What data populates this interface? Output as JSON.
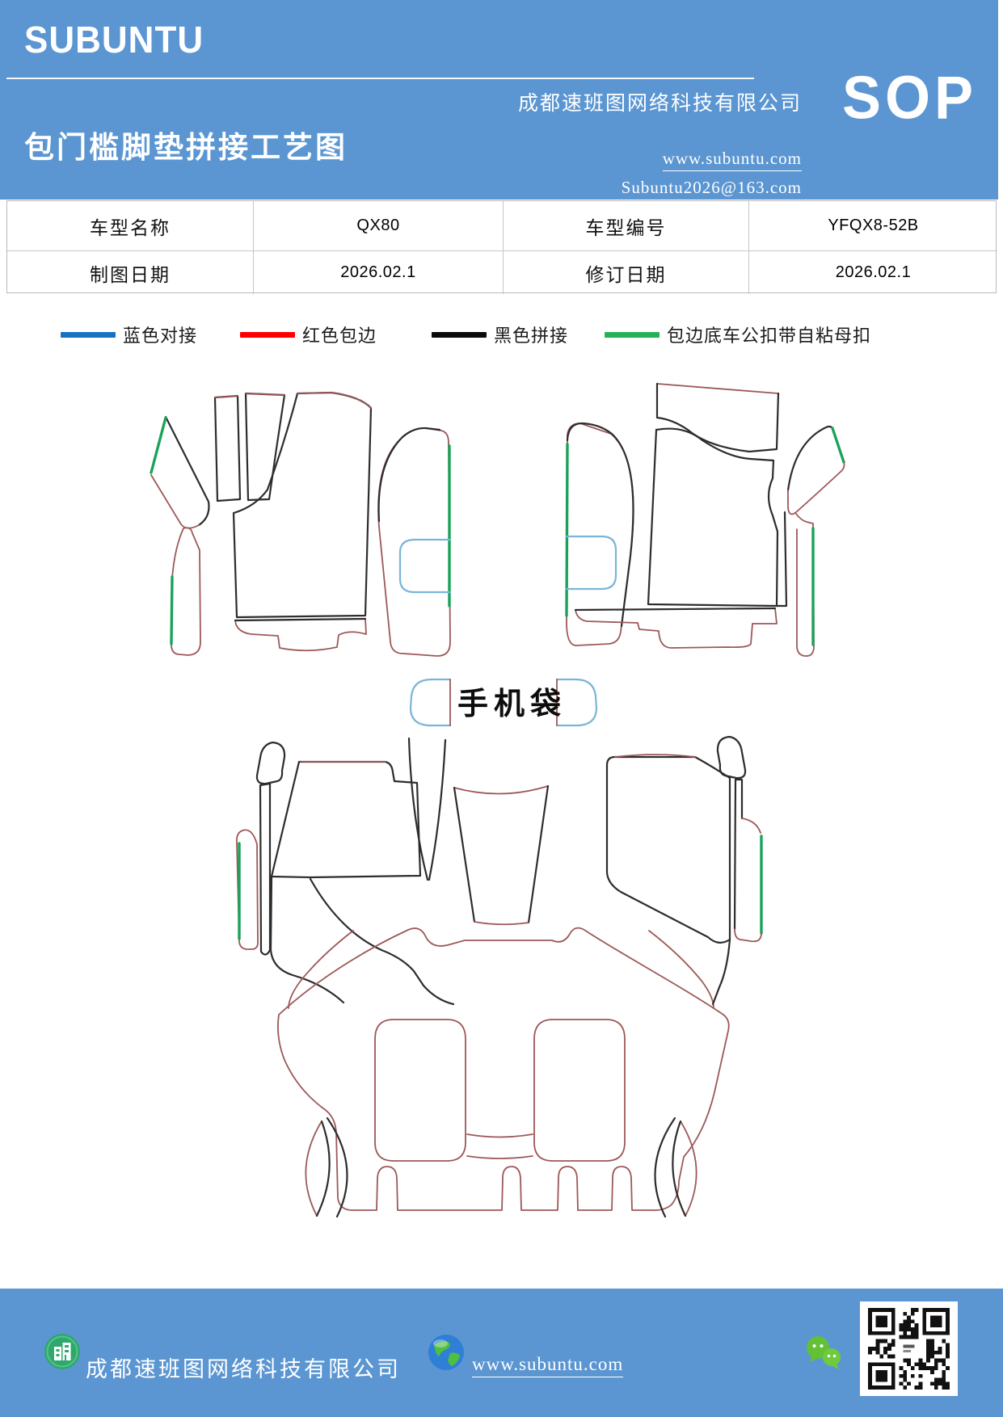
{
  "colors": {
    "header_blue": "#5b96d2",
    "line_red": "#9d5858",
    "line_black": "#2d2d2d",
    "line_green": "#1ba25a",
    "line_blue": "#7ab5d8"
  },
  "header": {
    "logo": "SUBUNTU",
    "title": "包门槛脚垫拼接工艺图",
    "company": "成都速班图网络科技有限公司",
    "website": "www.subuntu.com",
    "email": "Subuntu2026@163.com",
    "sop": "SOP"
  },
  "info_table": {
    "rows": [
      {
        "label1": "车型名称",
        "value1": "QX80",
        "label2": "车型编号",
        "value2": "YFQX8-52B"
      },
      {
        "label1": "制图日期",
        "value1": "2026.02.1",
        "label2": "修订日期",
        "value2": "2026.02.1"
      }
    ]
  },
  "legend": {
    "items": [
      {
        "label": "蓝色对接",
        "color": "#1673c2"
      },
      {
        "label": "红色包边",
        "color": "#fe0000"
      },
      {
        "label": "黑色拼接",
        "color": "#0a0a0a"
      },
      {
        "label": "包边底车公扣带自粘母扣",
        "color": "#25b256"
      }
    ]
  },
  "diagram": {
    "phone_pocket_label": "手机袋"
  },
  "footer": {
    "company": "成都速班图网络科技有限公司",
    "website": "www.subuntu.com"
  }
}
